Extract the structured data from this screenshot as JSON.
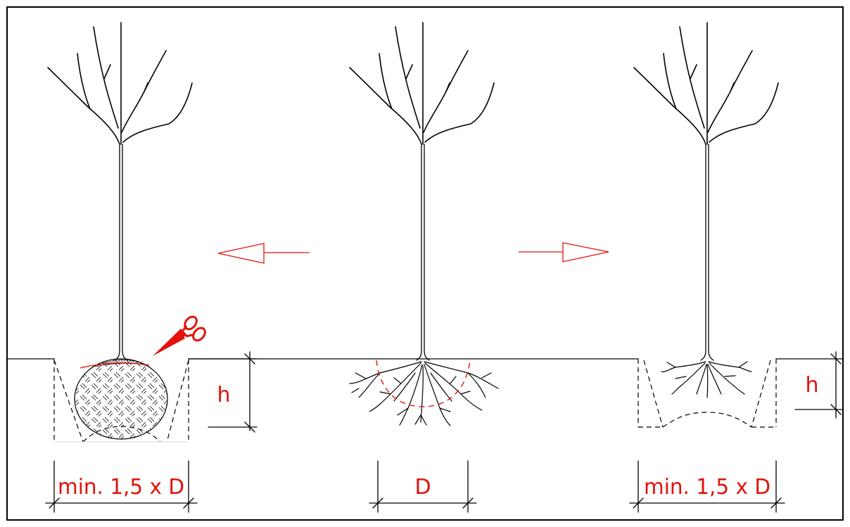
{
  "colors": {
    "annotation_red": "#e3120b",
    "line": "#000000",
    "background": "#ffffff"
  },
  "left": {
    "height_label": "h",
    "width_label": "min. 1,5 x D"
  },
  "center": {
    "diameter_label": "D"
  },
  "right": {
    "height_label": "h",
    "width_label": "min. 1,5 x D"
  },
  "icons": {
    "scissors": "scissors-icon",
    "arrow_left": "arrow-left-icon",
    "arrow_right": "arrow-right-icon"
  }
}
